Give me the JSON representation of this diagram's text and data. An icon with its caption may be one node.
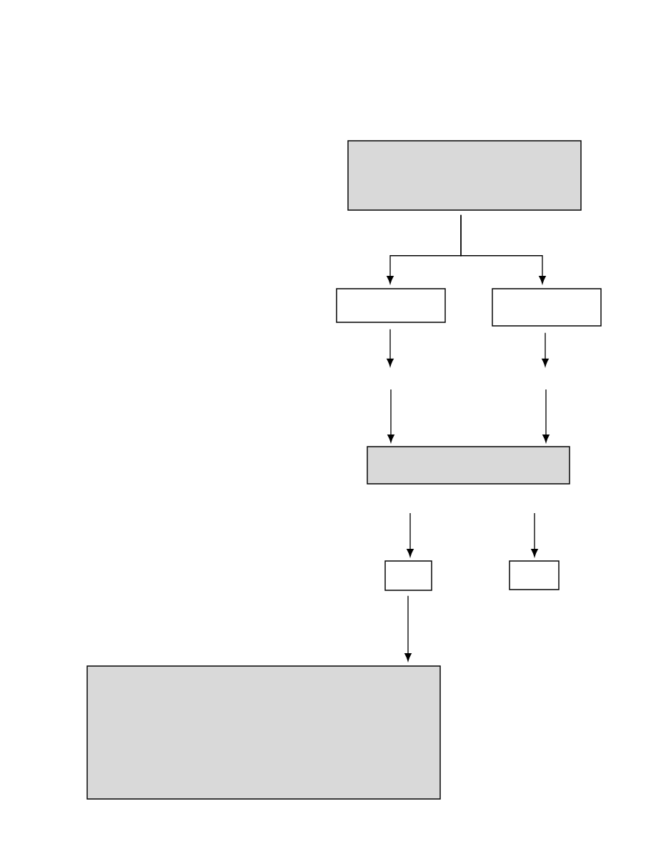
{
  "diagram": {
    "nodes": [
      {
        "text": [],
        "shape": "box"
      },
      {
        "text": [],
        "shape": "box"
      },
      {
        "text": [],
        "shape": "box"
      },
      {
        "text": [],
        "shape": "box"
      },
      {
        "text": [],
        "shape": "box"
      },
      {
        "text": [],
        "shape": "box"
      },
      {
        "text": [],
        "shape": "box"
      }
    ],
    "edges": [
      {
        "from": 0,
        "to": 1,
        "arrow": "to"
      },
      {
        "from": 0,
        "to": 2,
        "arrow": "to"
      },
      {
        "from": 1,
        "to": null,
        "arrow": "to"
      },
      {
        "from": 2,
        "to": null,
        "arrow": "to"
      },
      {
        "from": null,
        "to": 3,
        "arrow": "to"
      },
      {
        "from": null,
        "to": 3,
        "arrow": "to"
      },
      {
        "from": null,
        "to": 4,
        "arrow": "to"
      },
      {
        "from": null,
        "to": 5,
        "arrow": "to"
      },
      {
        "from": 4,
        "to": 6,
        "arrow": "to"
      }
    ]
  }
}
